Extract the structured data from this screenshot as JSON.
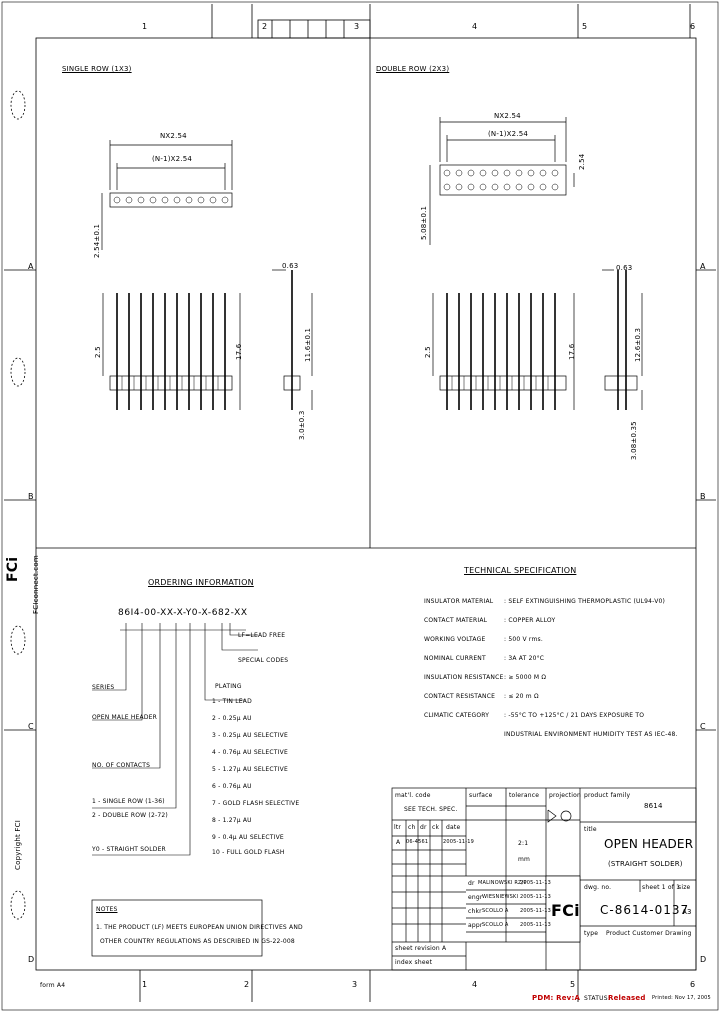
{
  "zones": {
    "top": [
      "1",
      "2",
      "3",
      "4",
      "5",
      "6"
    ],
    "bottom": [
      "1",
      "2",
      "3",
      "4",
      "5",
      "6"
    ],
    "left": [
      "A",
      "B",
      "C",
      "D"
    ],
    "right": [
      "A",
      "B",
      "C",
      "D"
    ]
  },
  "left_margin": {
    "website": "FCIconnect.com",
    "logo": "FCi",
    "copyright": "Copyright FCI",
    "form": "form A4"
  },
  "views": {
    "single_row": {
      "title": "SINGLE ROW (1X3)",
      "dim_n": "NX2.54",
      "dim_n1": "(N-1)X2.54",
      "dim_v1": "2.54±0.1",
      "dim_h1": "2.5",
      "dim_h2": "17.6",
      "dim_side": "11.6±0.1",
      "dim_pin": "0.63",
      "dim_bot": "3.0±0.3"
    },
    "double_row": {
      "title": "DOUBLE ROW (2X3)",
      "dim_n": "NX2.54",
      "dim_n1": "(N-1)X2.54",
      "dim_v1": "2.54",
      "dim_v2": "5.08±0.1",
      "dim_h1": "2.5",
      "dim_h2": "17.6",
      "dim_side": "12.6±0.3",
      "dim_pin": "0.63",
      "dim_bot": "3.08±0.35"
    }
  },
  "ordering": {
    "title": "ORDERING INFORMATION",
    "code": "86I4-00-XX-X-Y0-X-682-XX",
    "labels": {
      "lead_free": "LF=LEAD FREE",
      "special": "SPECIAL CODES",
      "plating": "PLATING",
      "series": "SERIES",
      "open_header": "OPEN MALE HEADER",
      "no_contacts": "NO. OF CONTACTS",
      "row1": "1 - SINGLE ROW (1-36)",
      "row2": "2 - DOUBLE ROW (2-72)",
      "y0": "Y0 - STRAIGHT SOLDER"
    },
    "plating_options": [
      "1 - TIN LEAD",
      "2 - 0.25µ AU",
      "3 - 0.25µ AU SELECTIVE",
      "4 - 0.76µ AU SELECTIVE",
      "5 - 1.27µ AU SELECTIVE",
      "6 - 0.76µ AU",
      "7 - GOLD FLASH SELECTIVE",
      "8 - 1.27µ AU",
      "9 - 0.4µ AU SELECTIVE",
      "10 - FULL GOLD FLASH"
    ]
  },
  "notes": {
    "title": "NOTES",
    "lines": [
      "1. THE PRODUCT (LF) MEETS EUROPEAN UNION DIRECTIVES AND",
      "OTHER COUNTRY REGULATIONS AS DESCRIBED IN GS-22-008"
    ]
  },
  "spec": {
    "title": "TECHNICAL SPECIFICATION",
    "rows": [
      [
        "INSULATOR MATERIAL",
        ": SELF EXTINGUISHING THERMOPLASTIC (UL94-V0)"
      ],
      [
        "CONTACT MATERIAL",
        ": COPPER ALLOY"
      ],
      [
        "WORKING VOLTAGE",
        ": 500 V rms."
      ],
      [
        "NOMINAL CURRENT",
        ": 3A AT 20°C"
      ],
      [
        "INSULATION RESISTANCE",
        ": ≥ 5000 M Ω"
      ],
      [
        "CONTACT RESISTANCE",
        ": ≤ 20 m Ω"
      ],
      [
        "CLIMATIC CATEGORY",
        ": -55°C TO +125°C / 21 DAYS EXPOSURE TO"
      ],
      [
        "",
        "INDUSTRIAL ENVIRONMENT HUMIDITY TEST AS IEC-48."
      ]
    ]
  },
  "title_block": {
    "matl_code": "mat'l. code",
    "see_spec": "SEE TECH. SPEC.",
    "surface": "surface",
    "tolerance": "tolerance",
    "projection": "projection",
    "product_family_label": "product family",
    "product_family": "8614",
    "title_label": "title",
    "title1": "OPEN HEADER",
    "title2": "(STRAIGHT SOLDER)",
    "dwg_no_label": "dwg. no.",
    "sheet_label": "sheet 1 of 1",
    "size_label": "size",
    "size": "A3",
    "dwg_no": "C-8614-0137",
    "type_label": "type",
    "type_value": "Product Customer Drawing",
    "scale": "2:1",
    "unit": "mm",
    "rev_header": [
      "ltr",
      "ch",
      "dr",
      "ck",
      "date"
    ],
    "rev_row": [
      "A",
      "",
      "06-4561",
      "",
      "2005-11-19"
    ],
    "sign_rows": [
      [
        "dr",
        "MALINOWSKI RZ/P",
        "2005-11-13"
      ],
      [
        "engr",
        "WIESNIEWSKI",
        "2005-11-13"
      ],
      [
        "chkr",
        "SCOLLO A",
        "2005-11-13"
      ],
      [
        "appr",
        "SCOLLO A",
        "2005-11-13"
      ]
    ],
    "sheet_rev": "sheet  revision A",
    "index_sheet": "index   sheet"
  },
  "footer": {
    "pdm": "PDM: Rev:A",
    "status_label": "STATUS:",
    "status": "Released",
    "printed": "Printed: Nov 17, 2005"
  }
}
